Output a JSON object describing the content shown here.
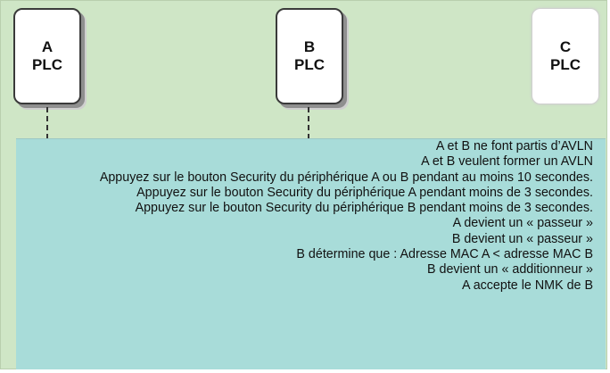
{
  "devices": [
    {
      "letter": "A",
      "type": "PLC"
    },
    {
      "letter": "B",
      "type": "PLC"
    },
    {
      "letter": "C",
      "type": "PLC"
    }
  ],
  "steps": [
    "A et B ne font partis d’AVLN",
    "A et B veulent former un AVLN",
    "Appuyez sur le bouton Security du périphérique A ou B pendant au moins 10 secondes.",
    "Appuyez sur le bouton Security du périphérique A pendant moins de 3 secondes.",
    "Appuyez sur le bouton Security du périphérique B pendant moins de 3 secondes.",
    "A devient un « passeur »",
    "B devient un « passeur »",
    "B détermine que : Adresse MAC A < adresse MAC B",
    "B devient un « additionneur »",
    "A accepte le NMK de B"
  ]
}
